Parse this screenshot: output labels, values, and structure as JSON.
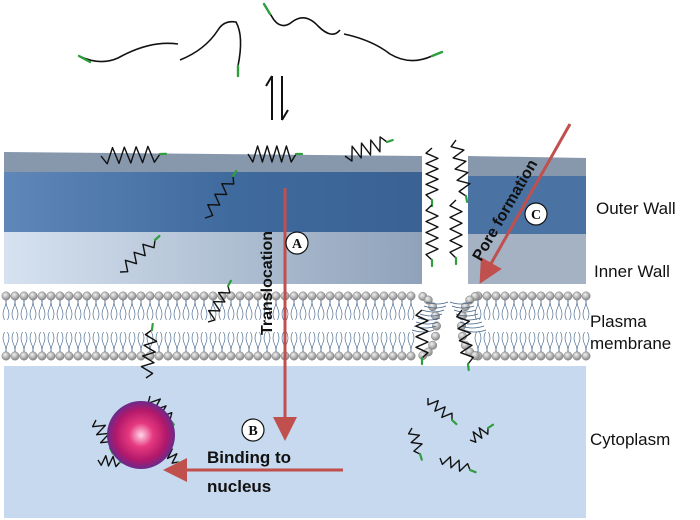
{
  "layers": {
    "outer_wall": "Outer Wall",
    "inner_wall": "Inner Wall",
    "plasma_membrane_line1": "Plasma",
    "plasma_membrane_line2": "membrane",
    "cytoplasm": "Cytoplasm"
  },
  "pathways": {
    "translocation": "Translocation",
    "pore_formation": "Pore formation",
    "binding_line1": "Binding to",
    "binding_line2": "nucleus"
  },
  "markers": {
    "a": "A",
    "b": "B",
    "c": "C"
  },
  "equilibrium_symbol": "⇌",
  "colors": {
    "arrow": "#c0504d",
    "peptide": "#111111",
    "peptide_tip": "#2e9e3e",
    "cytoplasm": "#c7d9ee",
    "nucleus": "#c2185b"
  }
}
